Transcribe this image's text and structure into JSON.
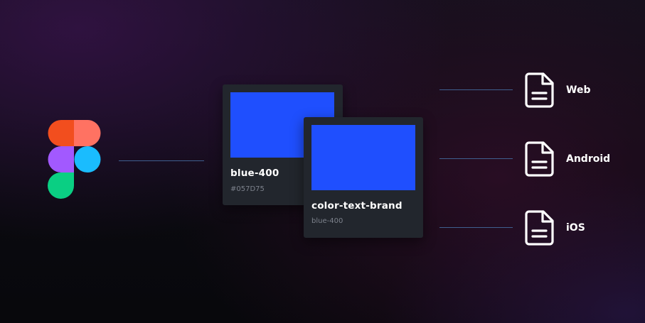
{
  "source": {
    "logo_icon": "figma-logo-icon",
    "colors": {
      "red": "#f24e1e",
      "salmon": "#ff7262",
      "purple": "#a259ff",
      "blue": "#1abcfe",
      "green": "#0acf83"
    }
  },
  "tokens": {
    "primitive": {
      "name": "blue-400",
      "value": "#057D75",
      "swatch_color": "#1f4ffe"
    },
    "semantic": {
      "name": "color-text-brand",
      "value": "blue-400",
      "swatch_color": "#1f4ffe"
    }
  },
  "targets": [
    {
      "label": "Web",
      "icon": "document-icon"
    },
    {
      "label": "Android",
      "icon": "document-icon"
    },
    {
      "label": "iOS",
      "icon": "document-icon"
    }
  ],
  "colors": {
    "connector": "#3f5f8f",
    "card_bg": "#22262d",
    "text": "#ffffff",
    "muted": "#7d828c"
  }
}
